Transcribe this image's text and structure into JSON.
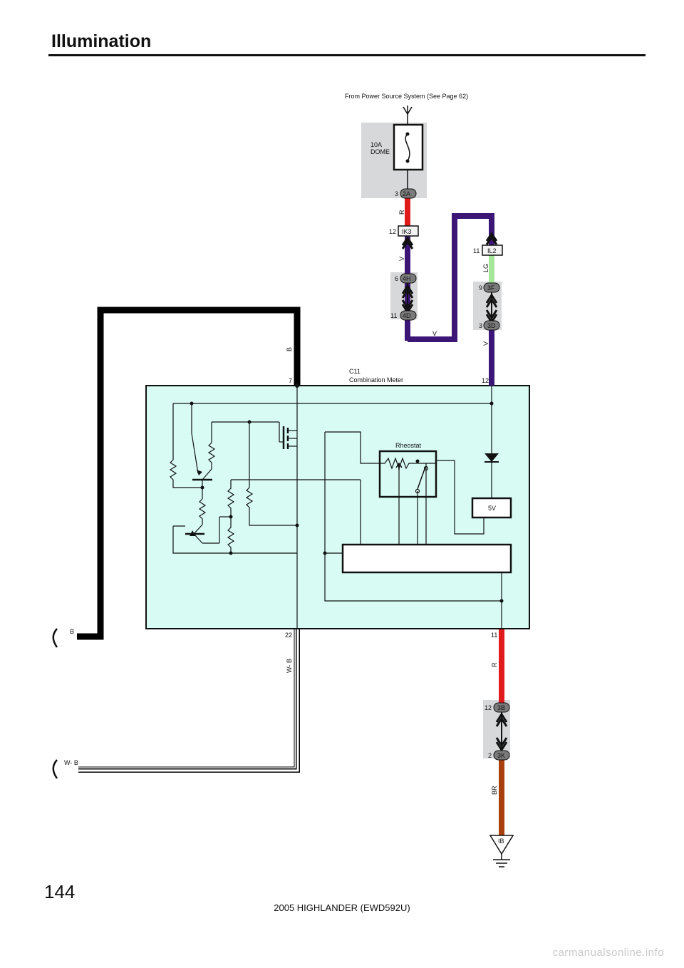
{
  "page": {
    "title": "Illumination",
    "page_number": "144",
    "model": "2005 HIGHLANDER (EWD592U)",
    "watermark": "carmanualsonline.info"
  },
  "diagram": {
    "power_source": "From Power Source System (See Page 62)",
    "fuse": {
      "rating": "10A",
      "name": "DOME"
    },
    "component": {
      "code": "C11",
      "name": "Combination Meter"
    },
    "rheostat_label": "Rheostat",
    "regulator_label": "5V",
    "connectors": {
      "c2A": {
        "pin": "3",
        "id": "2A"
      },
      "ik3": {
        "pin": "12",
        "id": "IK3"
      },
      "c4H": {
        "pin": "6",
        "id": "4H"
      },
      "c4D": {
        "pin": "11",
        "id": "4D"
      },
      "il2": {
        "pin": "11",
        "id": "IL2"
      },
      "c3F": {
        "pin": "9",
        "id": "3F"
      },
      "c3D": {
        "pin": "3",
        "id": "3D"
      },
      "c3B": {
        "pin": "12",
        "id": "3B"
      },
      "c3K": {
        "pin": "2",
        "id": "3K"
      }
    },
    "meter_pins": {
      "p7": "7",
      "p12": "12",
      "p22": "22",
      "p11": "11"
    },
    "wires": {
      "r_top": "R",
      "v_left": "V",
      "v_mid": "V",
      "lg": "LG",
      "v_right": "V",
      "b_top": "B",
      "b_left": "B",
      "wb_vert": "W- B",
      "wb_left": "W- B",
      "r_bottom": "R",
      "br": "BR"
    },
    "ground": "IB",
    "colors": {
      "red": "#e11b1b",
      "violet": "#3b1676",
      "light_green": "#a5e89a",
      "brown": "#a8400d",
      "black": "#000000",
      "meter_fill": "#d8fcf4",
      "shade": "#d7d8d9"
    }
  }
}
